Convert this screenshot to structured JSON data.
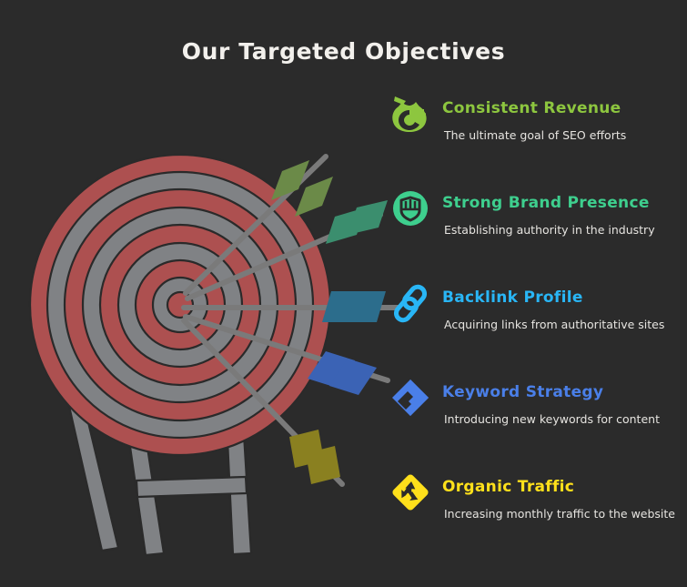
{
  "page": {
    "title": "Our Targeted Objectives",
    "background_color": "#2b2b2b",
    "title_color": "#f2f0ec",
    "description_color": "#e6e4e0"
  },
  "objectives": [
    {
      "title": "Consistent Revenue",
      "description": "The ultimate goal of SEO efforts",
      "color": "#8DC63F",
      "icon": "money-bag-refresh-icon"
    },
    {
      "title": "Strong Brand Presence",
      "description": "Establishing authority in the industry",
      "color": "#3ECF8E",
      "icon": "shield-badge-icon"
    },
    {
      "title": "Backlink Profile",
      "description": "Acquiring links from authoritative sites",
      "color": "#29B6F6",
      "icon": "chain-link-icon"
    },
    {
      "title": "Keyword Strategy",
      "description": "Introducing new keywords for content",
      "color": "#4A7FE8",
      "icon": "diamond-swoosh-icon"
    },
    {
      "title": "Organic Traffic",
      "description": "Increasing monthly traffic to the website",
      "color": "#FFE01B",
      "icon": "recycle-diamond-icon"
    }
  ],
  "illustration": {
    "name": "archery-target-with-arrows",
    "target": {
      "ring_color_outer": "#AD5050",
      "ring_color_alt": "#808285",
      "outline_color": "#2a2a2a",
      "ring_count": 9
    },
    "stand": {
      "color": "#808285",
      "outline_color": "#2a2a2a",
      "leg_count": 3
    },
    "arrows": [
      {
        "fletching_color": "#6B8A48",
        "shaft_color": "#7a7a7a",
        "label": "arrow-consistent-revenue"
      },
      {
        "fletching_color": "#3B8E6E",
        "shaft_color": "#7a7a7a",
        "label": "arrow-strong-brand-presence"
      },
      {
        "fletching_color": "#2C6D8C",
        "shaft_color": "#7a7a7a",
        "label": "arrow-backlink-profile"
      },
      {
        "fletching_color": "#3B63B5",
        "shaft_color": "#7a7a7a",
        "label": "arrow-keyword-strategy"
      },
      {
        "fletching_color": "#8A8020",
        "shaft_color": "#7a7a7a",
        "label": "arrow-organic-traffic"
      }
    ]
  }
}
